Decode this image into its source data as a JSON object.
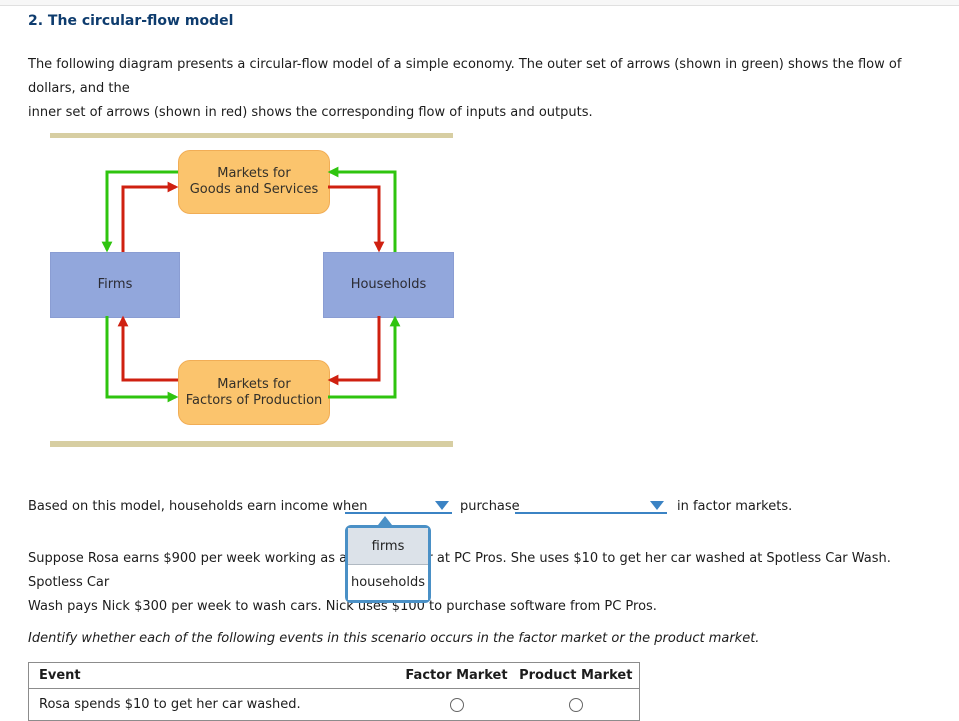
{
  "page": {
    "title": "2. The circular-flow model",
    "intro_line1": "The following diagram presents a circular-flow model of a simple economy. The outer set of arrows (shown in green) shows the flow of dollars, and the",
    "intro_line2": "inner set of arrows (shown in red) shows the corresponding flow of inputs and outputs."
  },
  "diagram": {
    "top_box_line1": "Markets for",
    "top_box_line2": "Goods and Services",
    "left_box": "Firms",
    "right_box": "Households",
    "bottom_box_line1": "Markets for",
    "bottom_box_line2": "Factors of Production"
  },
  "question": {
    "text_before": "Based on this model, households earn income when",
    "blank1_value": "",
    "text_middle": "purchase",
    "blank2_value": "",
    "text_after": "in factor markets."
  },
  "dropdown": {
    "options": [
      "firms",
      "households"
    ],
    "highlighted_option": "firms"
  },
  "scenario": {
    "line1": "Suppose Rosa earns $900 per week working as a programmer at PC Pros. She uses $10 to get her car washed at Spotless Car Wash. Spotless Car",
    "line2": "Wash pays Nick $300 per week to wash cars. Nick uses $100 to purchase software from PC Pros."
  },
  "instruction": "Identify whether each of the following events in this scenario occurs in the factor market or the product market.",
  "table": {
    "headers": [
      "Event",
      "Factor Market",
      "Product Market"
    ],
    "rows": [
      {
        "event": "Rosa spends $10 to get her car washed.",
        "factor_selected": false,
        "product_selected": false
      }
    ]
  },
  "colors": {
    "title_navy": "#0e3c6e",
    "accent_blue": "#3b83c4",
    "panel_border_blue": "#4a90c6",
    "arrow_green": "#2fc40f",
    "arrow_red": "#cf2010",
    "box_orange": "#fbc46d",
    "box_blue": "#92a7dc",
    "bar_tan": "#d7cea2"
  }
}
